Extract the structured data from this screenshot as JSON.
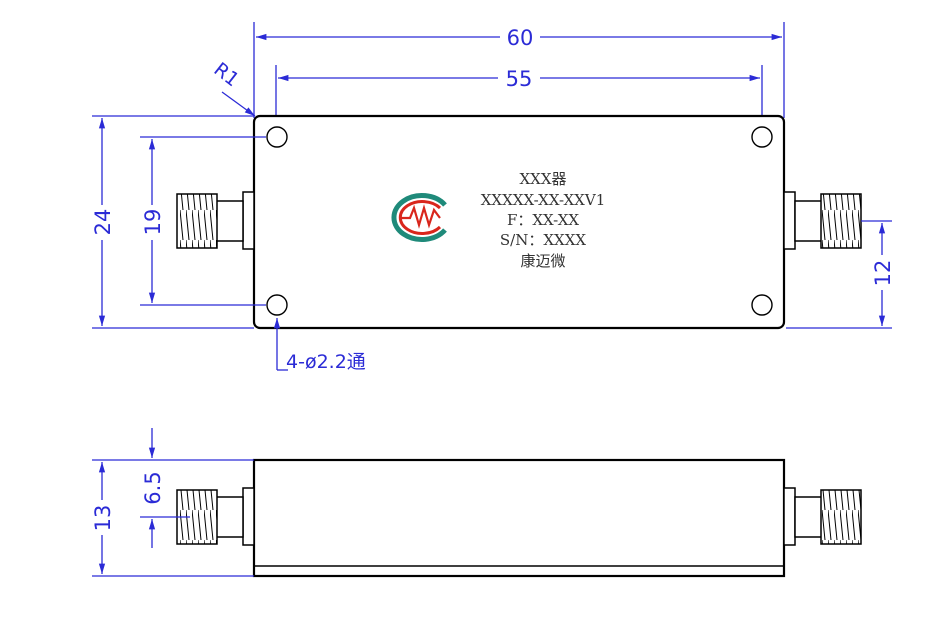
{
  "top_view": {
    "dimensions": {
      "overall_length": "60",
      "hole_spacing_length": "55",
      "corner_radius": "R1",
      "overall_height": "24",
      "hole_spacing_height": "19",
      "connector_offset": "12",
      "hole_callout": "4-ø2.2通"
    },
    "label": {
      "line1": "XXX器",
      "line2": "XXXXX-XX-XXV1",
      "line3": "F：XX-XX",
      "line4": "S/N：XXXX",
      "line5": "康迈微"
    }
  },
  "side_view": {
    "dimensions": {
      "overall_thickness": "13",
      "connector_height": "6.5"
    }
  },
  "colors": {
    "dimension": "#2b2bd6",
    "outline": "#000000",
    "logo_red": "#d9261c",
    "logo_teal": "#1f8a7a",
    "logo_gray": "#555555"
  }
}
